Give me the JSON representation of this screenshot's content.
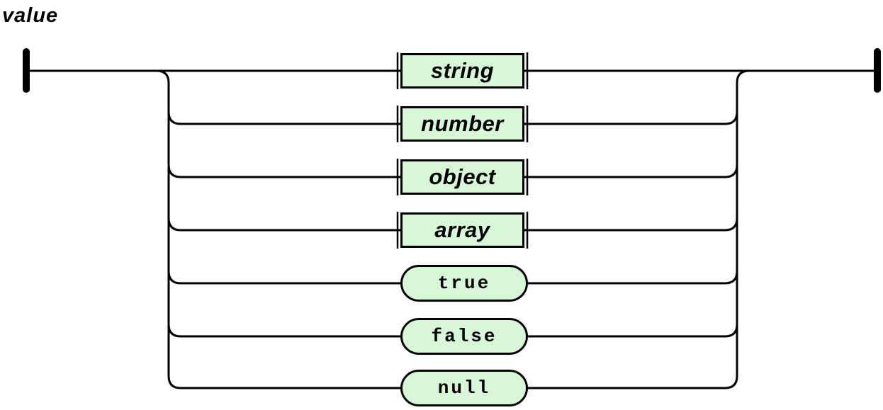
{
  "diagram": {
    "title": "value",
    "alternatives": [
      {
        "label": "string",
        "kind": "non-terminal"
      },
      {
        "label": "number",
        "kind": "non-terminal"
      },
      {
        "label": "object",
        "kind": "non-terminal"
      },
      {
        "label": "array",
        "kind": "non-terminal"
      },
      {
        "label": "true",
        "kind": "terminal"
      },
      {
        "label": "false",
        "kind": "terminal"
      },
      {
        "label": "null",
        "kind": "terminal"
      }
    ],
    "colors": {
      "node_fill": "#d8f6d8",
      "line": "#000000",
      "background": "#ffffff"
    }
  }
}
